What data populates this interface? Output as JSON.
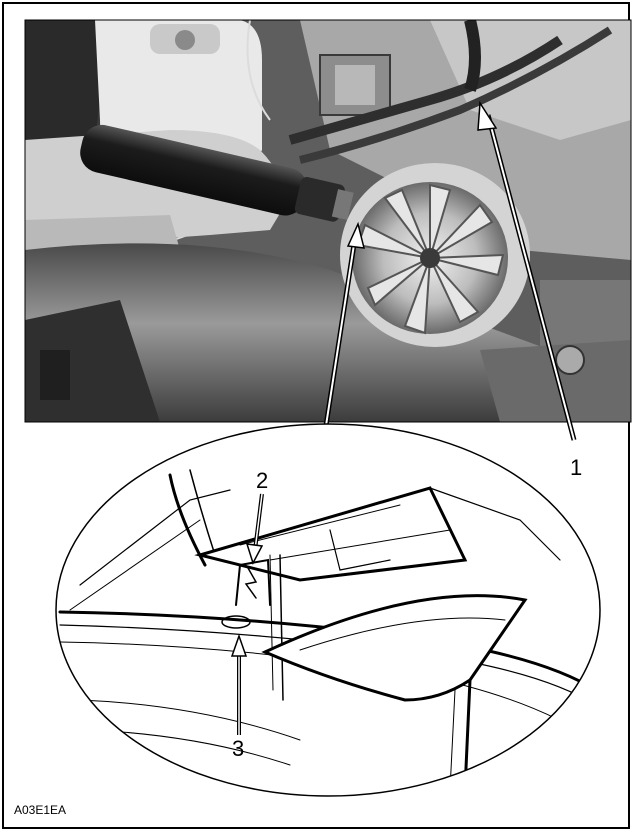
{
  "figure": {
    "reference_code": "A03E1EA",
    "callouts": {
      "one": "1",
      "two": "2",
      "three": "3"
    }
  }
}
